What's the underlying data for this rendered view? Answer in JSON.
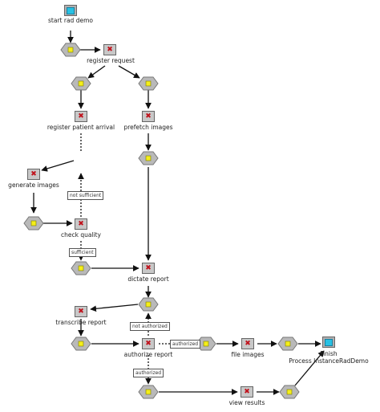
{
  "nodes": {
    "start": {
      "label": "start rad demo",
      "icon": "start-state-icon"
    },
    "register_request": {
      "label": "register request",
      "icon": "task-x-icon"
    },
    "register_patient_arrival": {
      "label": "register patient arrival",
      "icon": "task-x-icon"
    },
    "prefetch_images": {
      "label": "prefetch images",
      "icon": "task-x-icon"
    },
    "generate_images": {
      "label": "generate images",
      "icon": "task-x-icon"
    },
    "check_quality": {
      "label": "check quality",
      "icon": "task-x-icon"
    },
    "dictate_report": {
      "label": "dictate report",
      "icon": "task-x-icon"
    },
    "transcribe_report": {
      "label": "transcribe report",
      "icon": "task-x-icon"
    },
    "authorize_report": {
      "label": "authorize report",
      "icon": "task-x-icon"
    },
    "file_images": {
      "label": "file images",
      "icon": "task-x-icon"
    },
    "view_results": {
      "label": "view results",
      "icon": "task-x-icon"
    },
    "finish": {
      "label_line1": "Finish",
      "label_line2": "Process InstanceRadDemo",
      "icon": "end-state-icon"
    }
  },
  "guards": {
    "not_sufficient": "not sufficient",
    "sufficient": "sufficient",
    "not_authorized": "not authorized",
    "authorized_right": "authorized",
    "authorized_down": "authorized"
  },
  "colors": {
    "task_fill": "#c8c8c8",
    "task_x": "#c0121c",
    "gateway_fill": "#b9b9b9",
    "gateway_dot": "#f4ee1a",
    "start_fill": "#27c1e3",
    "edge": "#111111"
  }
}
